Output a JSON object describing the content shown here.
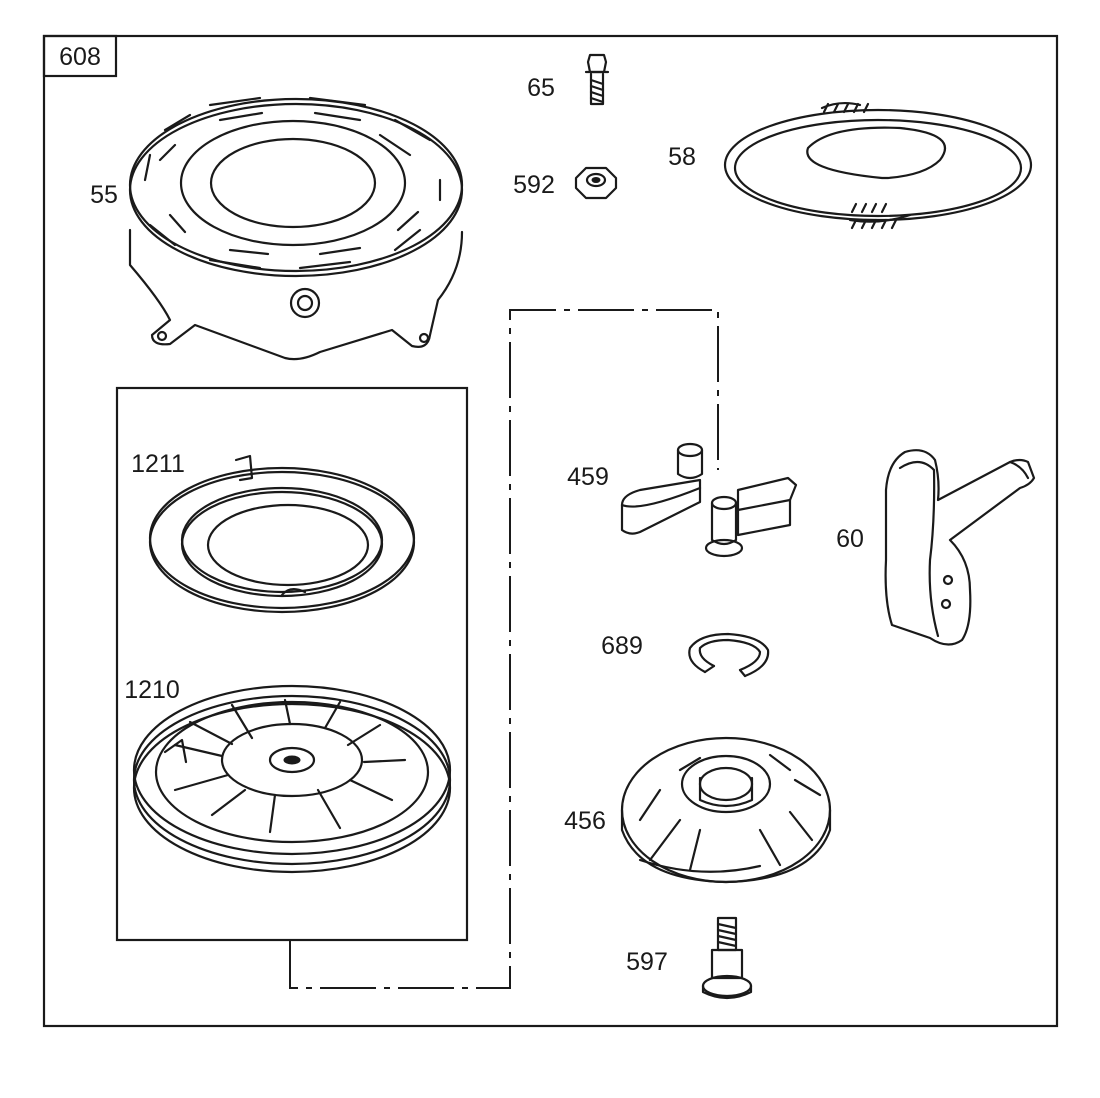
{
  "diagram": {
    "assembly_number": "608",
    "parts": [
      {
        "id": "p55",
        "number": "55",
        "icon": "blower-housing-icon"
      },
      {
        "id": "p65",
        "number": "65",
        "icon": "screw-icon"
      },
      {
        "id": "p592",
        "number": "592",
        "icon": "hex-nut-icon"
      },
      {
        "id": "p58",
        "number": "58",
        "icon": "starter-rope-icon"
      },
      {
        "id": "p1211",
        "number": "1211",
        "icon": "recoil-spring-icon"
      },
      {
        "id": "p1210",
        "number": "1210",
        "icon": "pulley-icon"
      },
      {
        "id": "p459",
        "number": "459",
        "icon": "pawl-icon"
      },
      {
        "id": "p60",
        "number": "60",
        "icon": "handle-icon"
      },
      {
        "id": "p689",
        "number": "689",
        "icon": "retainer-ring-icon"
      },
      {
        "id": "p456",
        "number": "456",
        "icon": "ratchet-icon"
      },
      {
        "id": "p597",
        "number": "597",
        "icon": "shoulder-screw-icon"
      }
    ]
  }
}
